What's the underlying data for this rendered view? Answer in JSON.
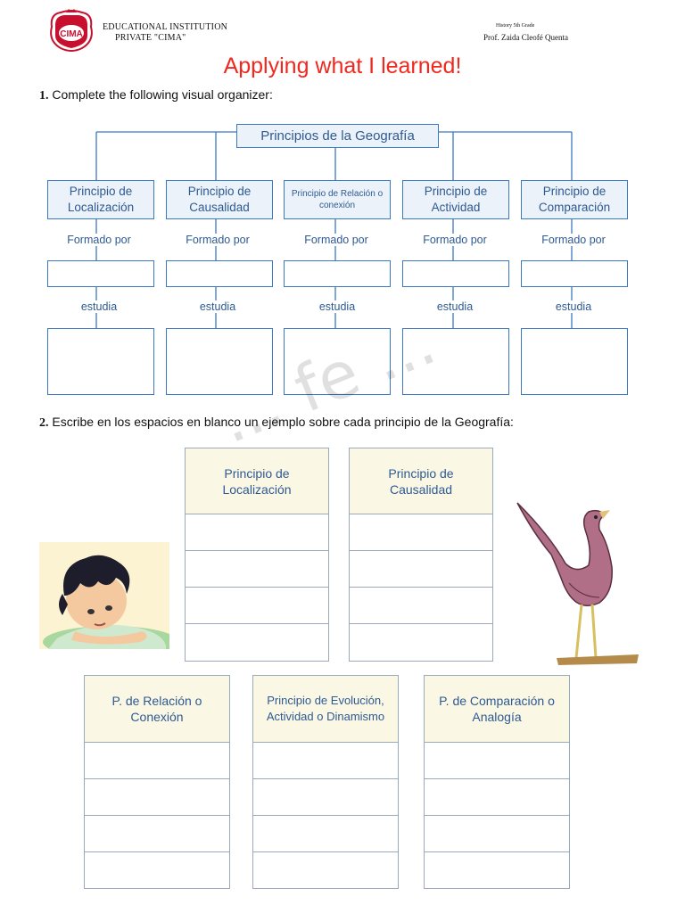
{
  "header": {
    "logo_text": "CIMA",
    "institution_line1": "EDUCATIONAL INSTITUTION",
    "institution_line2": "PRIVATE \"CIMA\"",
    "course": "History 5th Grade",
    "teacher": "Prof. Zaida Cleofé Quenta"
  },
  "title": "Applying what I learned!",
  "watermark": "... fe ...",
  "exercise1": {
    "number": "1.",
    "instruction": "Complete the following visual organizer:",
    "root": "Principios de la Geografía",
    "branches": [
      {
        "label": "Principio de Localización",
        "formed_by": "Formado por",
        "studies": "estudia"
      },
      {
        "label": "Principio de Causalidad",
        "formed_by": "Formado por",
        "studies": "estudia"
      },
      {
        "label": "Principio de Relación o conexión",
        "formed_by": "Formado por",
        "studies": "estudia"
      },
      {
        "label": "Principio de Actividad",
        "formed_by": "Formado por",
        "studies": "estudia"
      },
      {
        "label": "Principio de Comparación",
        "formed_by": "Formado por",
        "studies": "estudia"
      }
    ]
  },
  "exercise2": {
    "number": "2.",
    "instruction": "Escribe en los espacios en blanco un ejemplo sobre cada principio de la Geografía:",
    "tables": [
      {
        "header": "Principio de Localización"
      },
      {
        "header": "Principio de Causalidad"
      },
      {
        "header": "P. de Relación o Conexión"
      },
      {
        "header": "Principio de Evolución, Actividad o Dinamismo"
      },
      {
        "header": "P. de Comparación o Analogía"
      }
    ]
  }
}
